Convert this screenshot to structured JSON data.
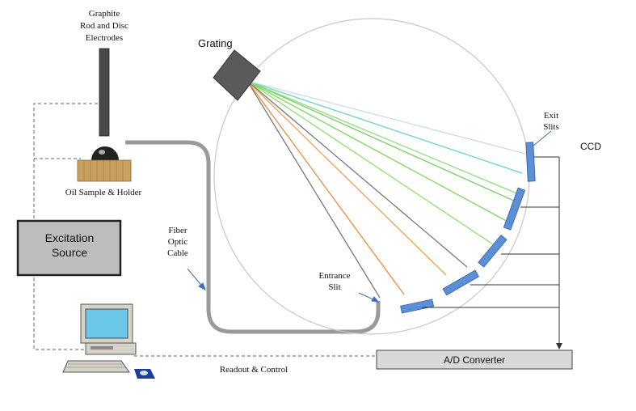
{
  "labels": {
    "electrodes": [
      "Graphite",
      "Rod and Disc",
      "Electrodes"
    ],
    "sample": "Oil Sample & Holder",
    "excitation": [
      "Excitation",
      "Source"
    ],
    "fiber": [
      "Fiber",
      "Optic",
      "Cable"
    ],
    "grating": "Grating",
    "entrance": [
      "Entrance",
      "Slit"
    ],
    "exit": [
      "Exit",
      "Slits"
    ],
    "ccd": "CCD",
    "adc": "A/D Converter",
    "readout": "Readout & Control"
  },
  "spectral_ray_colors": [
    "#777777",
    "#f08a3c",
    "#f5a050",
    "#777777",
    "#8ee06a",
    "#7ad85a",
    "#6ccf5a",
    "#8fe07a",
    "#62d6c8",
    "#cfd8ee"
  ],
  "colors": {
    "ccd_segment": "#5b8fd6",
    "cable": "#9a9a9a",
    "holder": "#c8a060",
    "grating": "#5a5a5a"
  }
}
